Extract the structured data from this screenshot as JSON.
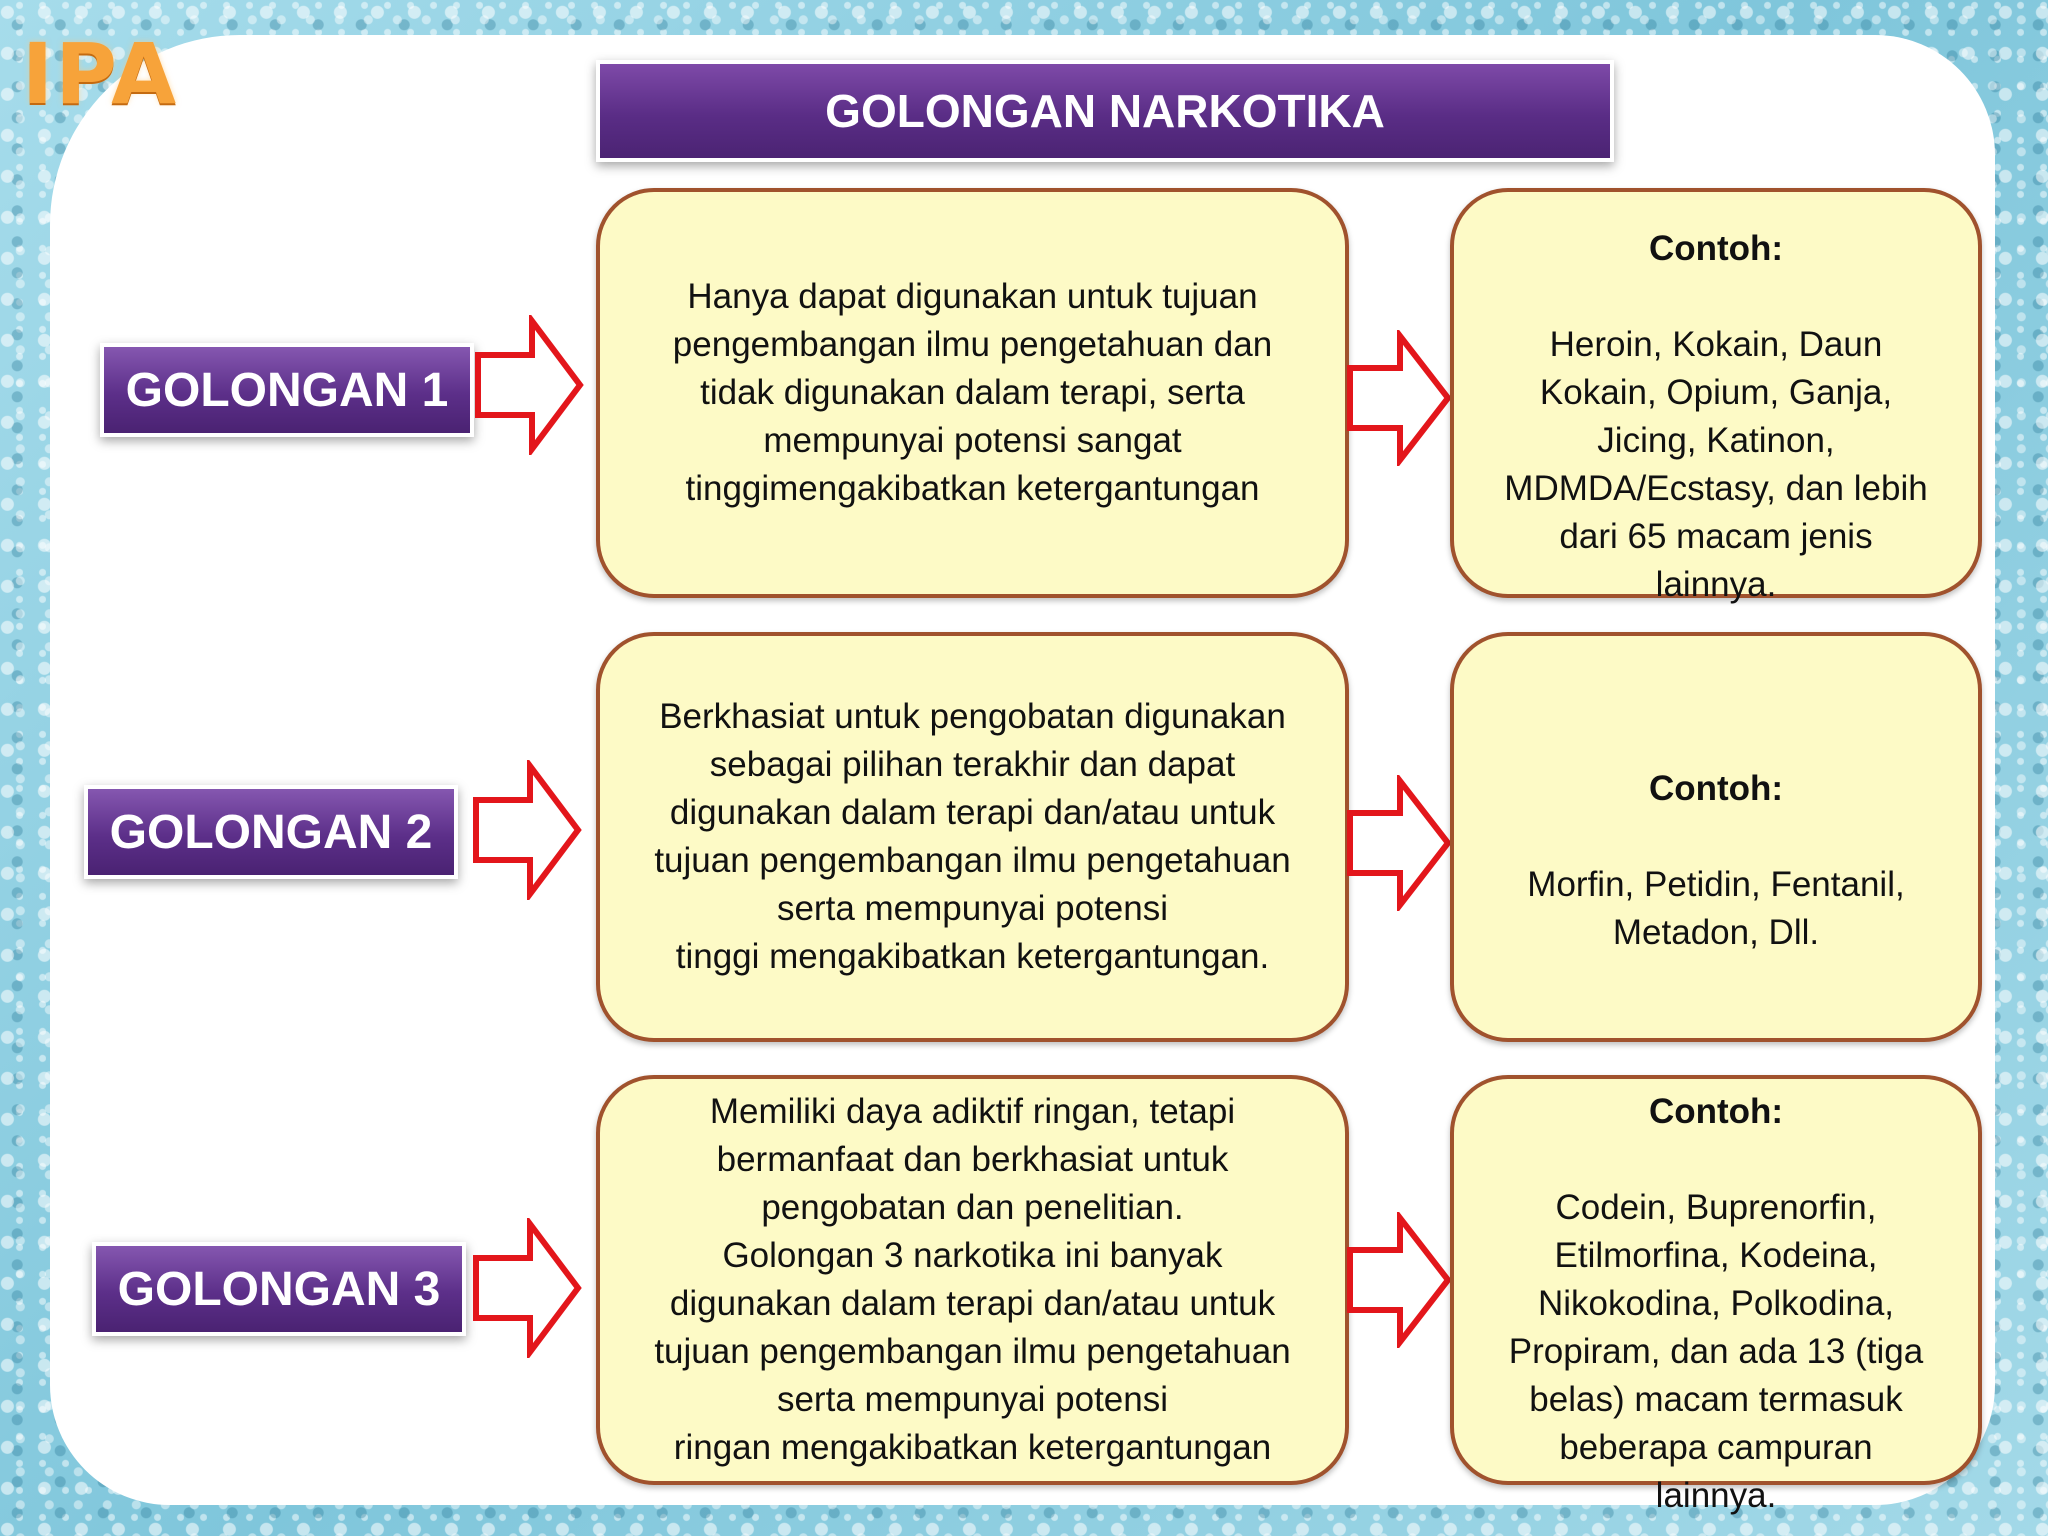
{
  "logo": "IPA",
  "title": "GOLONGAN NARKOTIKA",
  "groups": [
    {
      "label": "GOLONGAN 1",
      "description": "Hanya dapat digunakan untuk tujuan\npengembangan ilmu pengetahuan dan\ntidak digunakan dalam terapi, serta\nmempunyai potensi sangat\ntinggimengakibatkan ketergantungan",
      "example_heading": "Contoh:",
      "examples": "Heroin, Kokain, Daun\nKokain, Opium, Ganja,\nJicing, Katinon,\nMDMDA/Ecstasy, dan lebih\ndari 65 macam jenis\nlainnya."
    },
    {
      "label": "GOLONGAN 2",
      "description": "Berkhasiat untuk pengobatan digunakan\nsebagai pilihan terakhir dan dapat\ndigunakan dalam terapi dan/atau untuk\ntujuan pengembangan ilmu pengetahuan\nserta mempunyai potensi\ntinggi mengakibatkan ketergantungan.",
      "example_heading": "Contoh:",
      "examples": "Morfin, Petidin, Fentanil,\nMetadon, Dll."
    },
    {
      "label": "GOLONGAN 3",
      "description": "Memiliki daya adiktif ringan, tetapi\nbermanfaat dan berkhasiat untuk\npengobatan dan penelitian.\nGolongan 3 narkotika ini banyak\ndigunakan dalam terapi dan/atau untuk\ntujuan pengembangan ilmu pengetahuan\nserta mempunyai potensi\nringan mengakibatkan ketergantungan",
      "example_heading": "Contoh:",
      "examples": "Codein, Buprenorfin,\nEtilmorfina, Kodeina,\nNikokodina, Polkodina,\nPropiram, dan ada 13 (tiga\nbelas) macam termasuk\nbeberapa campuran\nlainnya."
    }
  ],
  "colors": {
    "label_purple": "#5c2f89",
    "box_fill": "#fdfac6",
    "box_border": "#a0522d",
    "arrow_red": "#e3161b",
    "logo_orange": "#f7a33a"
  },
  "icons": [
    "right-arrow-icon"
  ]
}
